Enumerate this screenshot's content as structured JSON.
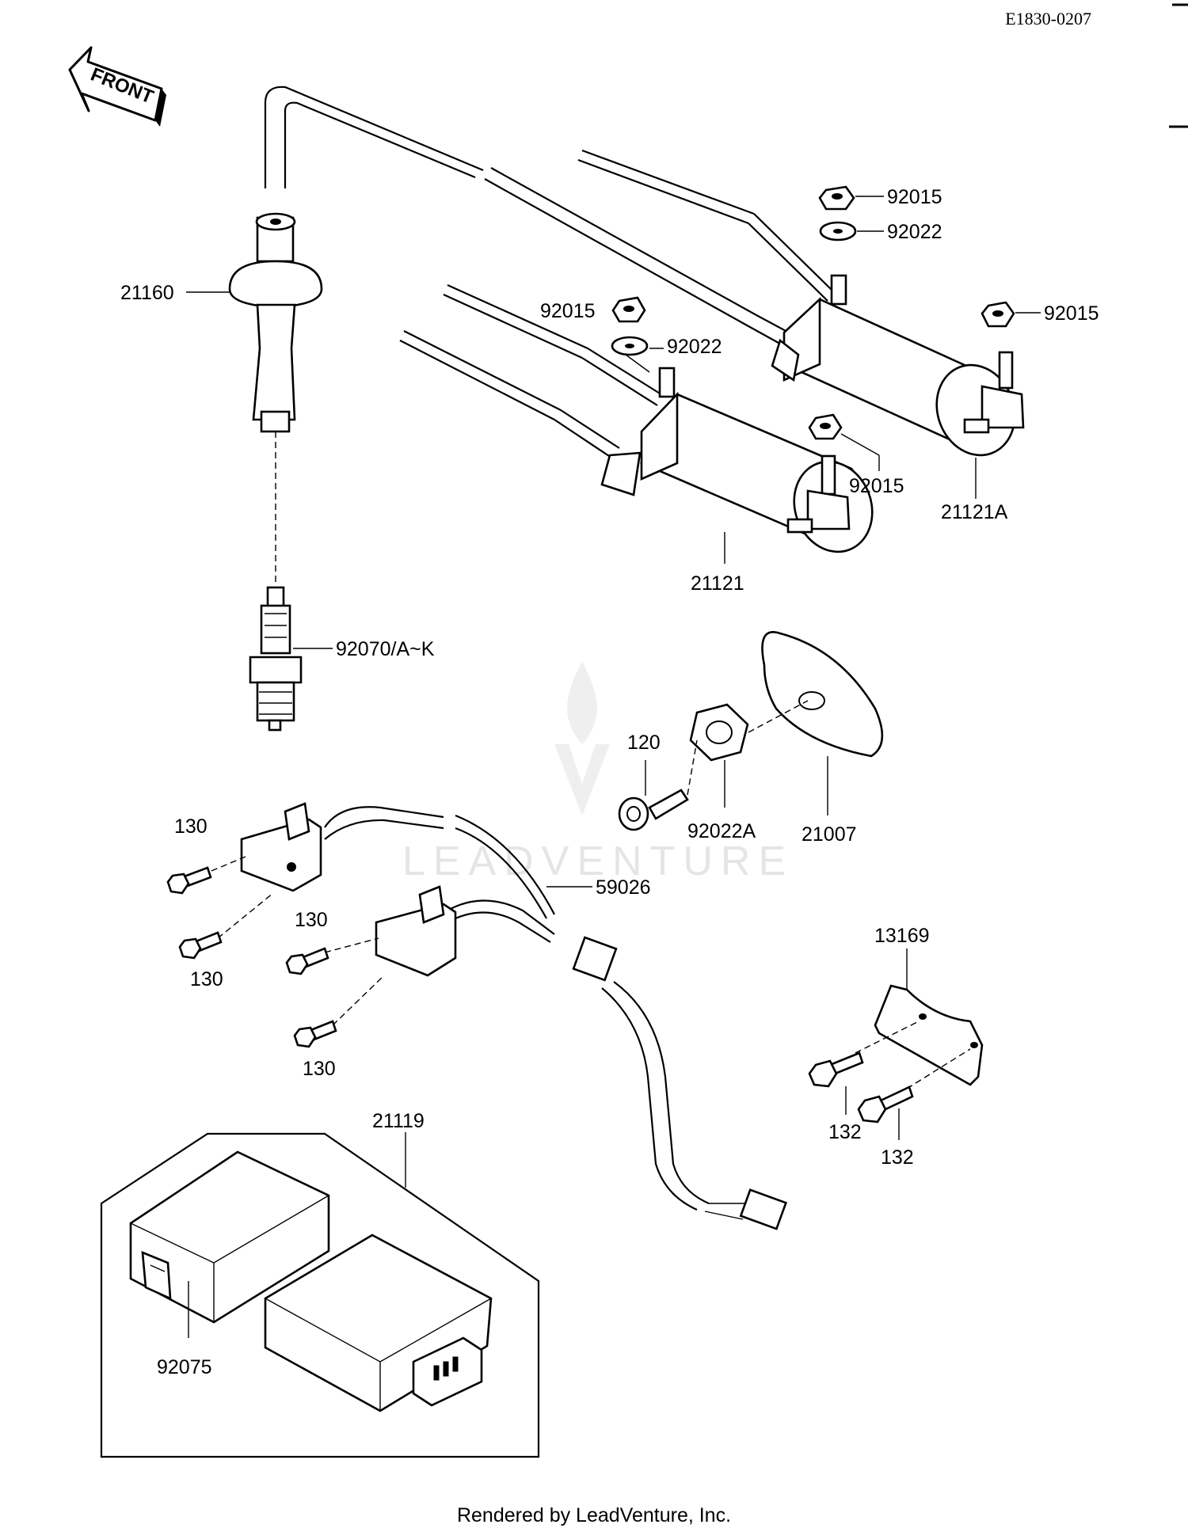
{
  "diagram_code": "E1830-0207",
  "direction_label": "FRONT",
  "footer": "Rendered by LeadVenture, Inc.",
  "watermark": "LEADVENTURE",
  "labels": {
    "p21160": "21160",
    "p92015_a": "92015",
    "p92022_a": "92022",
    "p92015_b": "92015",
    "p92022_b": "92022",
    "p92015_c": "92015",
    "p92015_d": "92015",
    "p21121A": "21121A",
    "p21121": "21121",
    "p92070": "92070/A~K",
    "p120": "120",
    "p92022A": "92022A",
    "p21007": "21007",
    "p130_a": "130",
    "p130_b": "130",
    "p130_c": "130",
    "p130_d": "130",
    "p59026": "59026",
    "p13169": "13169",
    "p132_a": "132",
    "p132_b": "132",
    "p21119": "21119",
    "p92075": "92075"
  }
}
